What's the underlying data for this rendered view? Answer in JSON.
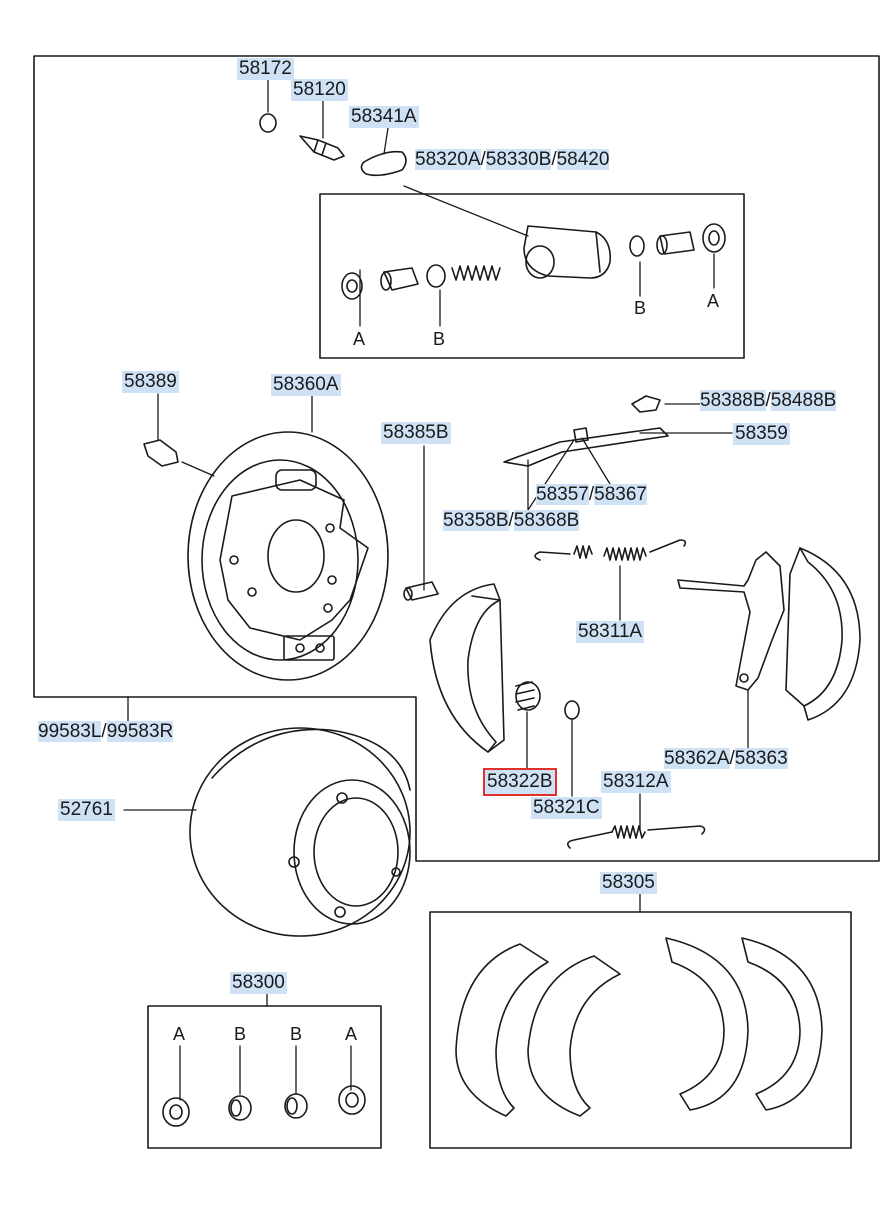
{
  "labels": {
    "p58172": "58172",
    "p58120": "58120",
    "p58341A": "58341A",
    "wheel_cyl_a": "58320A",
    "wheel_cyl_b": "58330B",
    "wheel_cyl_c": "58420",
    "p58389": "58389",
    "p58360A": "58360A",
    "p58385B": "58385B",
    "lever_a": "58388B",
    "lever_b": "58488B",
    "p58359": "58359",
    "adj_a": "58357",
    "adj_b": "58367",
    "adj_c": "58358B",
    "adj_d": "58368B",
    "p58311A": "58311A",
    "hub_a": "99583L",
    "hub_b": "99583R",
    "p52761": "52761",
    "p58322B": "58322B",
    "p58321C": "58321C",
    "p58312A": "58312A",
    "shoe_a": "58362A",
    "shoe_b": "58363",
    "p58305": "58305",
    "p58300": "58300",
    "slash": "/"
  },
  "letters": {
    "a": "A",
    "b": "B"
  },
  "colors": {
    "highlight": "#cfe2f5",
    "selection": "#e0302a",
    "line": "#1a1a1a"
  }
}
